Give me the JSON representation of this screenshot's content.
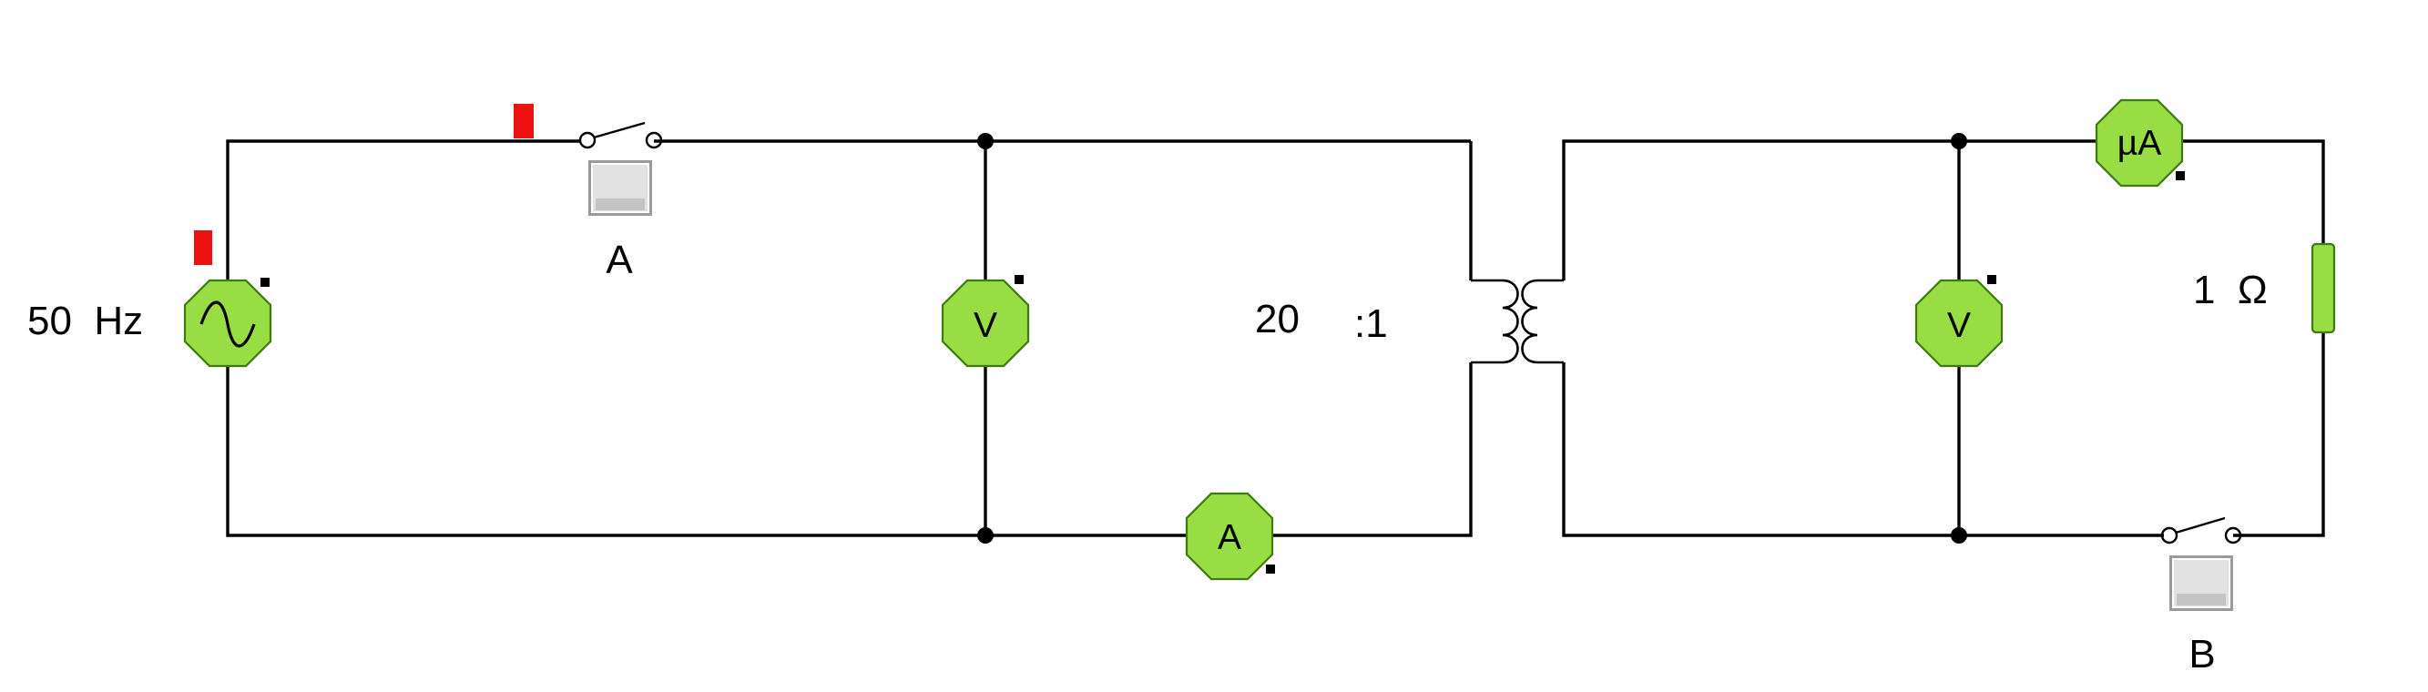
{
  "colors": {
    "wire": "#000000",
    "meter_fill": "#99dd44",
    "meter_stroke": "#3d7a10",
    "marker": "#ee1111",
    "key_face": "#e2e2e2"
  },
  "source": {
    "label": "50  Hz",
    "icon": "sine-wave-icon"
  },
  "switch_a": {
    "label": "A"
  },
  "switch_b": {
    "label": "B"
  },
  "primary_voltmeter": {
    "symbol": "V"
  },
  "primary_ammeter": {
    "symbol": "A"
  },
  "transformer": {
    "ratio_left": "20",
    "ratio_right": ":1"
  },
  "secondary_voltmeter": {
    "symbol": "V"
  },
  "secondary_microammeter": {
    "symbol": "µA"
  },
  "load_resistor": {
    "label": "1  Ω"
  }
}
